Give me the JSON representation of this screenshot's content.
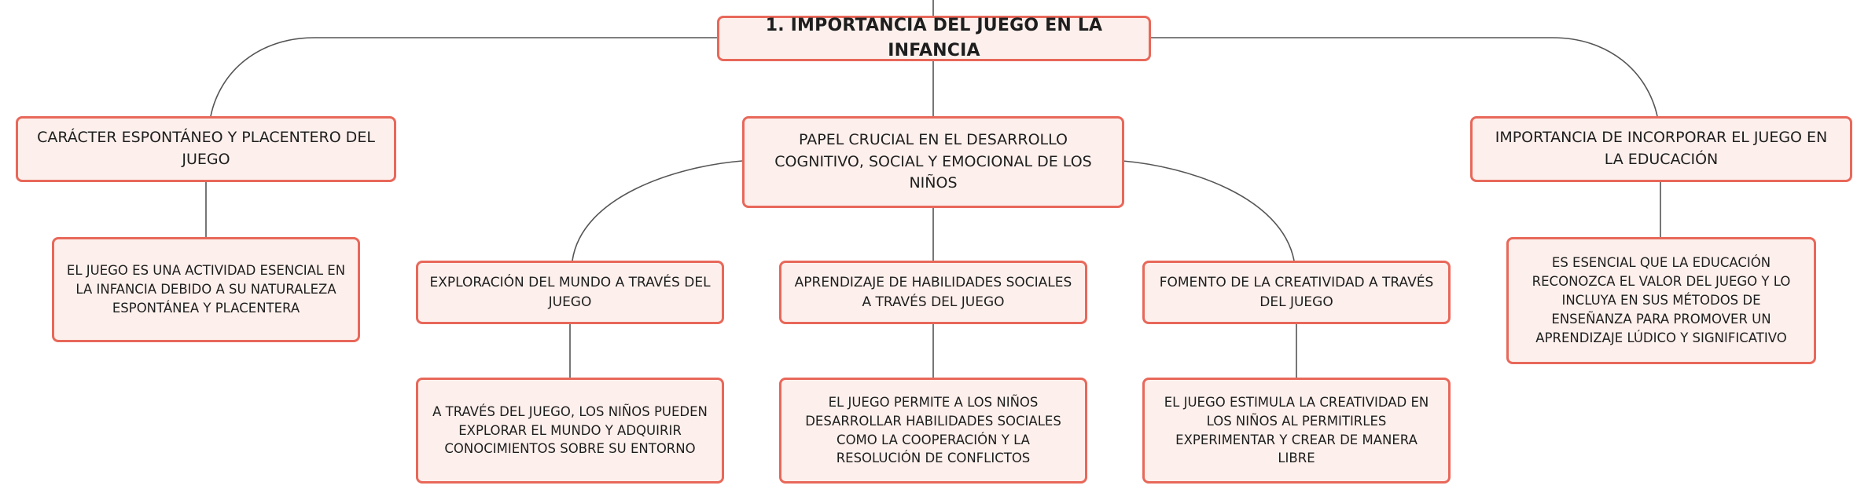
{
  "colors": {
    "node_fill": "#fdf0ec",
    "node_border": "#e8685a",
    "connector": "#555555",
    "text": "#1e1e1e"
  },
  "root": {
    "label": "1. IMPORTANCIA DEL JUEGO EN LA INFANCIA"
  },
  "branches": [
    {
      "label": "CARÁCTER ESPONTÁNEO Y PLACENTERO DEL JUEGO",
      "children": [
        {
          "label": "EL JUEGO ES UNA ACTIVIDAD ESENCIAL EN LA INFANCIA DEBIDO A SU NATURALEZA ESPONTÁNEA Y PLACENTERA"
        }
      ]
    },
    {
      "label": "PAPEL CRUCIAL EN EL DESARROLLO COGNITIVO, SOCIAL Y EMOCIONAL DE LOS NIÑOS",
      "children": [
        {
          "label": "EXPLORACIÓN DEL MUNDO A TRAVÉS DEL JUEGO",
          "detail": "A TRAVÉS DEL JUEGO, LOS NIÑOS PUEDEN EXPLORAR EL MUNDO Y ADQUIRIR CONOCIMIENTOS SOBRE SU ENTORNO"
        },
        {
          "label": "APRENDIZAJE DE HABILIDADES SOCIALES A TRAVÉS DEL JUEGO",
          "detail": "EL JUEGO PERMITE A LOS NIÑOS DESARROLLAR HABILIDADES SOCIALES COMO LA COOPERACIÓN Y LA RESOLUCIÓN DE CONFLICTOS"
        },
        {
          "label": "FOMENTO DE LA CREATIVIDAD A TRAVÉS DEL JUEGO",
          "detail": "EL JUEGO ESTIMULA LA CREATIVIDAD EN LOS NIÑOS AL PERMITIRLES EXPERIMENTAR Y CREAR DE MANERA LIBRE"
        }
      ]
    },
    {
      "label": "IMPORTANCIA DE INCORPORAR EL JUEGO EN LA EDUCACIÓN",
      "children": [
        {
          "label": "ES ESENCIAL QUE LA EDUCACIÓN RECONOZCA EL VALOR DEL JUEGO Y LO INCLUYA EN SUS MÉTODOS DE ENSEÑANZA PARA PROMOVER UN APRENDIZAJE LÚDICO Y SIGNIFICATIVO"
        }
      ]
    }
  ]
}
